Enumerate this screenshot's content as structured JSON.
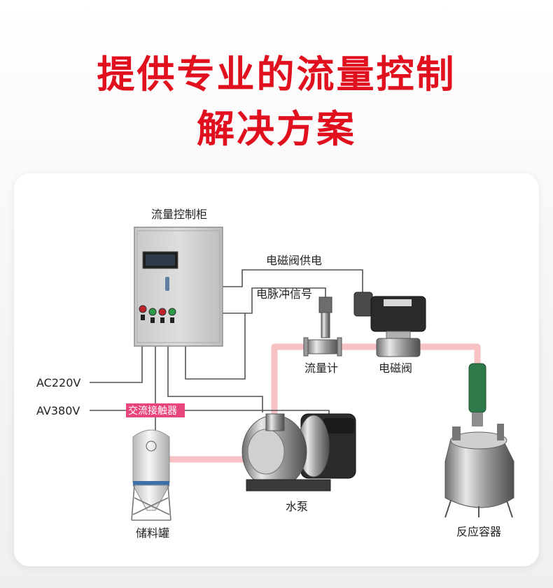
{
  "header": {
    "title_line1": "提供专业的流量控制",
    "title_line2": "解决方案"
  },
  "diagram": {
    "cabinet_label": "流量控制柜",
    "valve_power_label": "电磁阀供电",
    "pulse_signal_label": "电脉冲信号",
    "flowmeter_label": "流量计",
    "valve_label": "电磁阀",
    "ac220_label": "AC220V",
    "av380_label": "AV380V",
    "contactor_label": "交流接触器",
    "pump_label": "水泵",
    "tank_label": "储料罐",
    "reactor_label": "反应容器"
  },
  "colors": {
    "title_red": "#e1101f",
    "pipe_pink": "#f7c2c4",
    "contactor_bg": "#e8457d"
  }
}
